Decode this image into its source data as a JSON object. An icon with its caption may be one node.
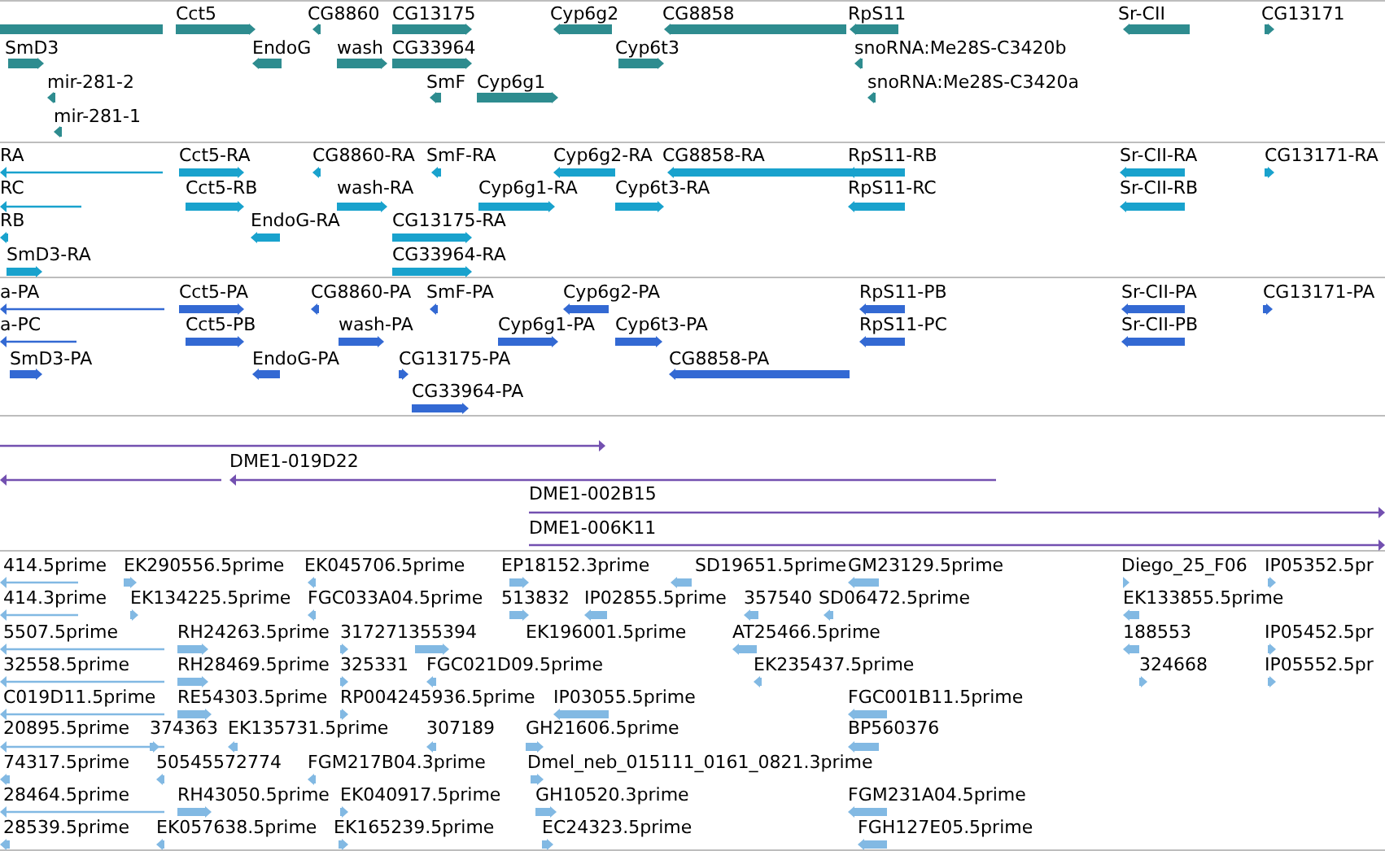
{
  "diagram": {
    "labels": [
      "Cct5",
      "CG8860",
      "CG13175",
      "Cyp6g2",
      "CG8858",
      "RpS11",
      "Sr-CII",
      "CG13171",
      "SmD3",
      "EndoG",
      "wash",
      "CG33964",
      "Cyp6t3",
      "snoRNA:Me28S-C3420b",
      "mir-281-2",
      "SmF",
      "Cyp6g1",
      "snoRNA:Me28S-C3420a",
      "mir-281-1",
      "RA",
      "Cct5-RA",
      "CG8860-RA",
      "SmF-RA",
      "Cyp6g2-RA",
      "CG8858-RA",
      "RpS11-RB",
      "Sr-CII-RA",
      "CG13171-RA",
      "RC",
      "Cct5-RB",
      "wash-RA",
      "Cyp6g1-RA",
      "Cyp6t3-RA",
      "RpS11-RC",
      "Sr-CII-RB",
      "RB",
      "EndoG-RA",
      "CG13175-RA",
      "SmD3-RA",
      "CG33964-RA",
      "a-PA",
      "Cct5-PA",
      "CG8860-PA",
      "SmF-PA",
      "Cyp6g2-PA",
      "RpS11-PB",
      "Sr-CII-PA",
      "CG13171-PA",
      "a-PC",
      "Cct5-PB",
      "wash-PA",
      "Cyp6g1-PA",
      "Cyp6t3-PA",
      "RpS11-PC",
      "Sr-CII-PB",
      "SmD3-PA",
      "EndoG-PA",
      "CG13175-PA",
      "CG8858-PA",
      "CG33964-PA",
      "DME1-019D22",
      "DME1-002B15",
      "DME1-006K11",
      "414.5prime",
      "EK290556.5prime",
      "EK045706.5prime",
      "EP18152.3prime",
      "SD19651.5prime",
      "GM23129.5prime",
      "Diego_25_F06",
      "IP05352.5pr",
      "414.3prime",
      "EK134225.5prime",
      "FGC033A04.5prime",
      "513832",
      "IP02855.5prime",
      "357540",
      "SD06472.5prime",
      "EK133855.5prime",
      "5507.5prime",
      "RH24263.5prime",
      "317271355394",
      "EK196001.5prime",
      "AT25466.5prime",
      "188553",
      "IP05452.5pr",
      "32558.5prime",
      "RH28469.5prime",
      "325331",
      "FGC021D09.5prime",
      "EK235437.5prime",
      "324668",
      "IP05552.5pr",
      "C019D11.5prime",
      "RE54303.5prime",
      "RP004245936.5prime",
      "IP03055.5prime",
      "FGC001B11.5prime",
      "20895.5prime",
      "374363",
      "EK135731.5prime",
      "307189",
      "GH21606.5prime",
      "BP560376",
      "74317.5prime",
      "50545572774",
      "FGM217B04.3prime",
      "Dmel_neb_015111_0161_0821.3prime",
      "28464.5prime",
      "RH43050.5prime",
      "EK040917.5prime",
      "GH10520.3prime",
      "FGM231A04.5prime",
      "28539.5prime",
      "EK057638.5prime",
      "EK165239.5prime",
      "EC24323.5prime",
      "FGH127E05.5prime"
    ]
  }
}
